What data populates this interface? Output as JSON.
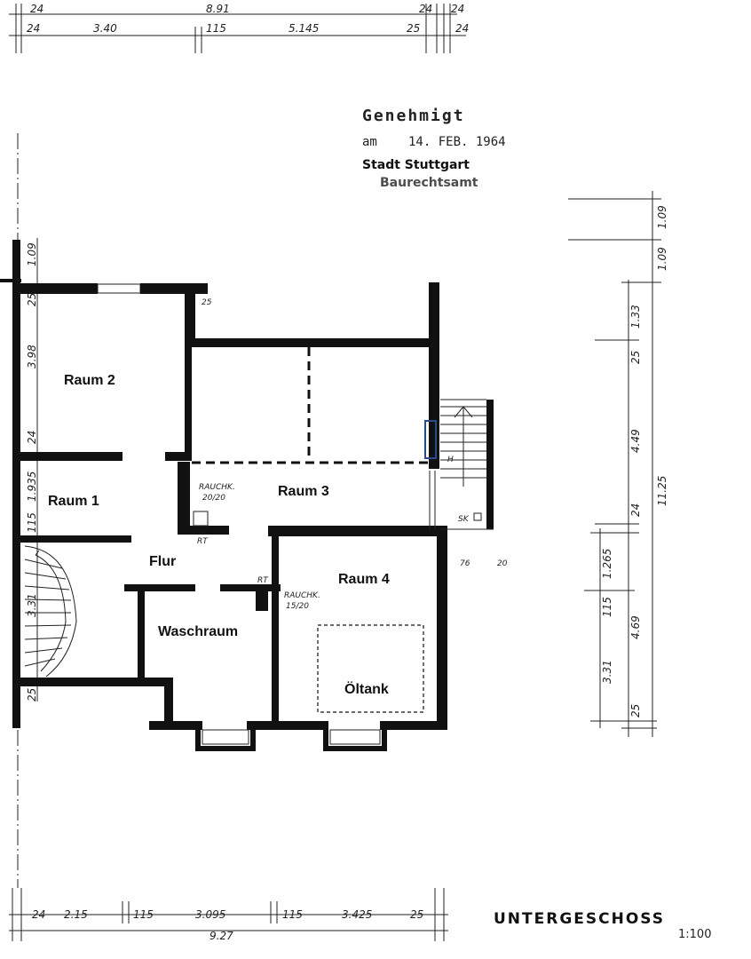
{
  "stamp": {
    "line1": "Genehmigt",
    "line2_prefix": "am",
    "line2_date": "14. FEB. 1964",
    "line3": "Stadt Stuttgart",
    "line4": "Baurechtsamt"
  },
  "rooms": {
    "raum2": "Raum 2",
    "raum1": "Raum 1",
    "raum3": "Raum 3",
    "raum4": "Raum 4",
    "flur": "Flur",
    "waschraum": "Waschraum",
    "oeltank": "Öltank"
  },
  "annotations": {
    "rauchk1_a": "RAUCHK.",
    "rauchk1_b": "20/20",
    "rauchk2_a": "RAUCHK.",
    "rauchk2_b": "15/20",
    "rt1": "RT",
    "rt2": "RT",
    "sk": "SK",
    "wall25_top": "25",
    "stair_h": "H"
  },
  "dims_top": {
    "row1": [
      "24",
      "8.91",
      "24",
      "24"
    ],
    "row2": [
      "24",
      "3.40",
      "115",
      "5.145",
      "25",
      "24"
    ]
  },
  "dims_left": [
    "1.09",
    "25",
    "3.98",
    "24",
    "1.935",
    "115",
    "3.31",
    "25"
  ],
  "dims_right": [
    "1.09",
    "1.09",
    "1.33",
    "25",
    "4.49",
    "11.25",
    "24",
    "1.265",
    "115",
    "4.69",
    "3.31",
    "25"
  ],
  "dims_side_small": [
    "76",
    "20"
  ],
  "dims_bottom": {
    "row1": [
      "24",
      "2.15",
      "115",
      "3.095",
      "115",
      "3.425",
      "25"
    ],
    "row2": [
      "9.27"
    ]
  },
  "footer": {
    "title": "UNTERGESCHOSS",
    "scale": "1:100"
  }
}
